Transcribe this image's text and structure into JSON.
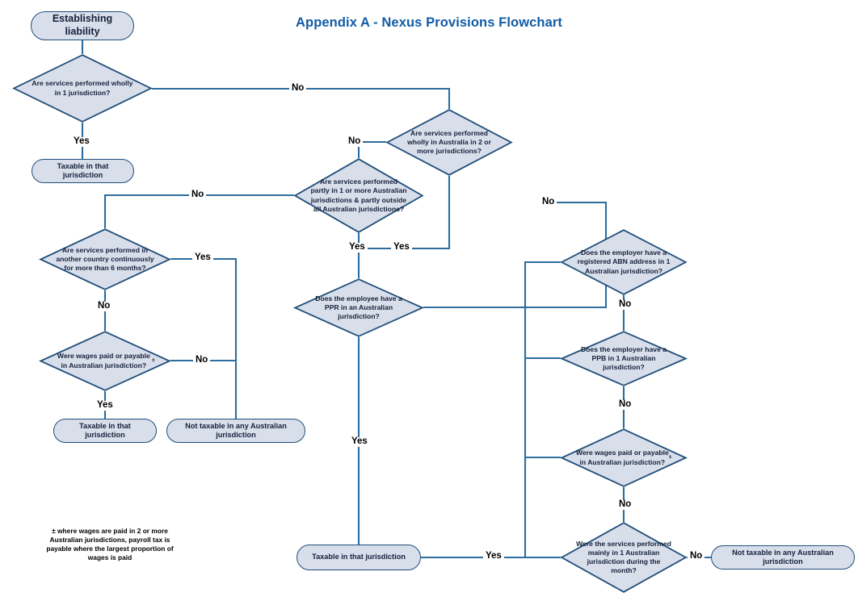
{
  "title": "Appendix A - Nexus Provisions Flowchart",
  "colors": {
    "title": "#115CA5",
    "node_fill": "#D9DEEB",
    "node_border": "#1F4E79",
    "edge": "#2E6D9E",
    "text": "#14213A"
  },
  "footnote": {
    "text": "± where wages are paid in 2 or more Australian jurisdictions, payroll tax is payable where the largest proportion of wages is paid"
  },
  "nodes": {
    "start": {
      "label": "Establishing liability"
    },
    "d_wholly_1_jur": {
      "label": "Are services performed wholly in 1 jurisdiction?"
    },
    "t_taxable_left": {
      "label": "Taxable in that jurisdiction"
    },
    "d_wholly_aus_2": {
      "label": "Are services performed wholly in Australia in 2 or more jurisdictions?"
    },
    "d_partly": {
      "label": "Are services performed partly in 1 or more Australian jurisdictions & partly outside all Australian jurisdictions?"
    },
    "d_another_country": {
      "label": "Are services performed in another country continuously for more than 6 months?"
    },
    "d_wages_left": {
      "label": "Were wages paid or payable in Australian jurisdiction?",
      "mark": "±"
    },
    "t_taxable_left_bottom": {
      "label": "Taxable in that jurisdiction"
    },
    "t_not_taxable_left": {
      "label": "Not taxable in any Australian jurisdiction"
    },
    "d_ppr": {
      "label": "Does the employee have a PPR in an Australian jurisdiction?"
    },
    "t_taxable_bottom": {
      "label": "Taxable in that jurisdiction"
    },
    "d_abn": {
      "label": "Does the employer have a registered ABN address in 1 Australian jurisdiction?"
    },
    "d_ppb": {
      "label": "Does the employer have a PPB in 1 Australian jurisdiction?"
    },
    "d_wages_right": {
      "label": "Were wages paid or payable in Australian jurisdiction?",
      "mark": "±"
    },
    "d_mainly_1_jur": {
      "label": "Were the services performed mainly in 1 Australian jurisdiction during the month?"
    },
    "t_not_taxable_right": {
      "label": "Not taxable in any Australian jurisdiction"
    }
  },
  "edge_labels": {
    "no_top": "No",
    "yes_start": "Yes",
    "no_wholly_aus": "No",
    "no_partly": "No",
    "yes_partly": "Yes",
    "yes_wholly_aus": "Yes",
    "yes_another_country": "Yes",
    "no_wages_left": "No",
    "yes_wages_left": "Yes",
    "no_another_country": "No",
    "no_ppr": "No",
    "yes_ppr": "Yes",
    "no_abn": "No",
    "no_ppb": "No",
    "no_wages_right": "No",
    "yes_bus": "Yes",
    "no_mainly": "No"
  }
}
